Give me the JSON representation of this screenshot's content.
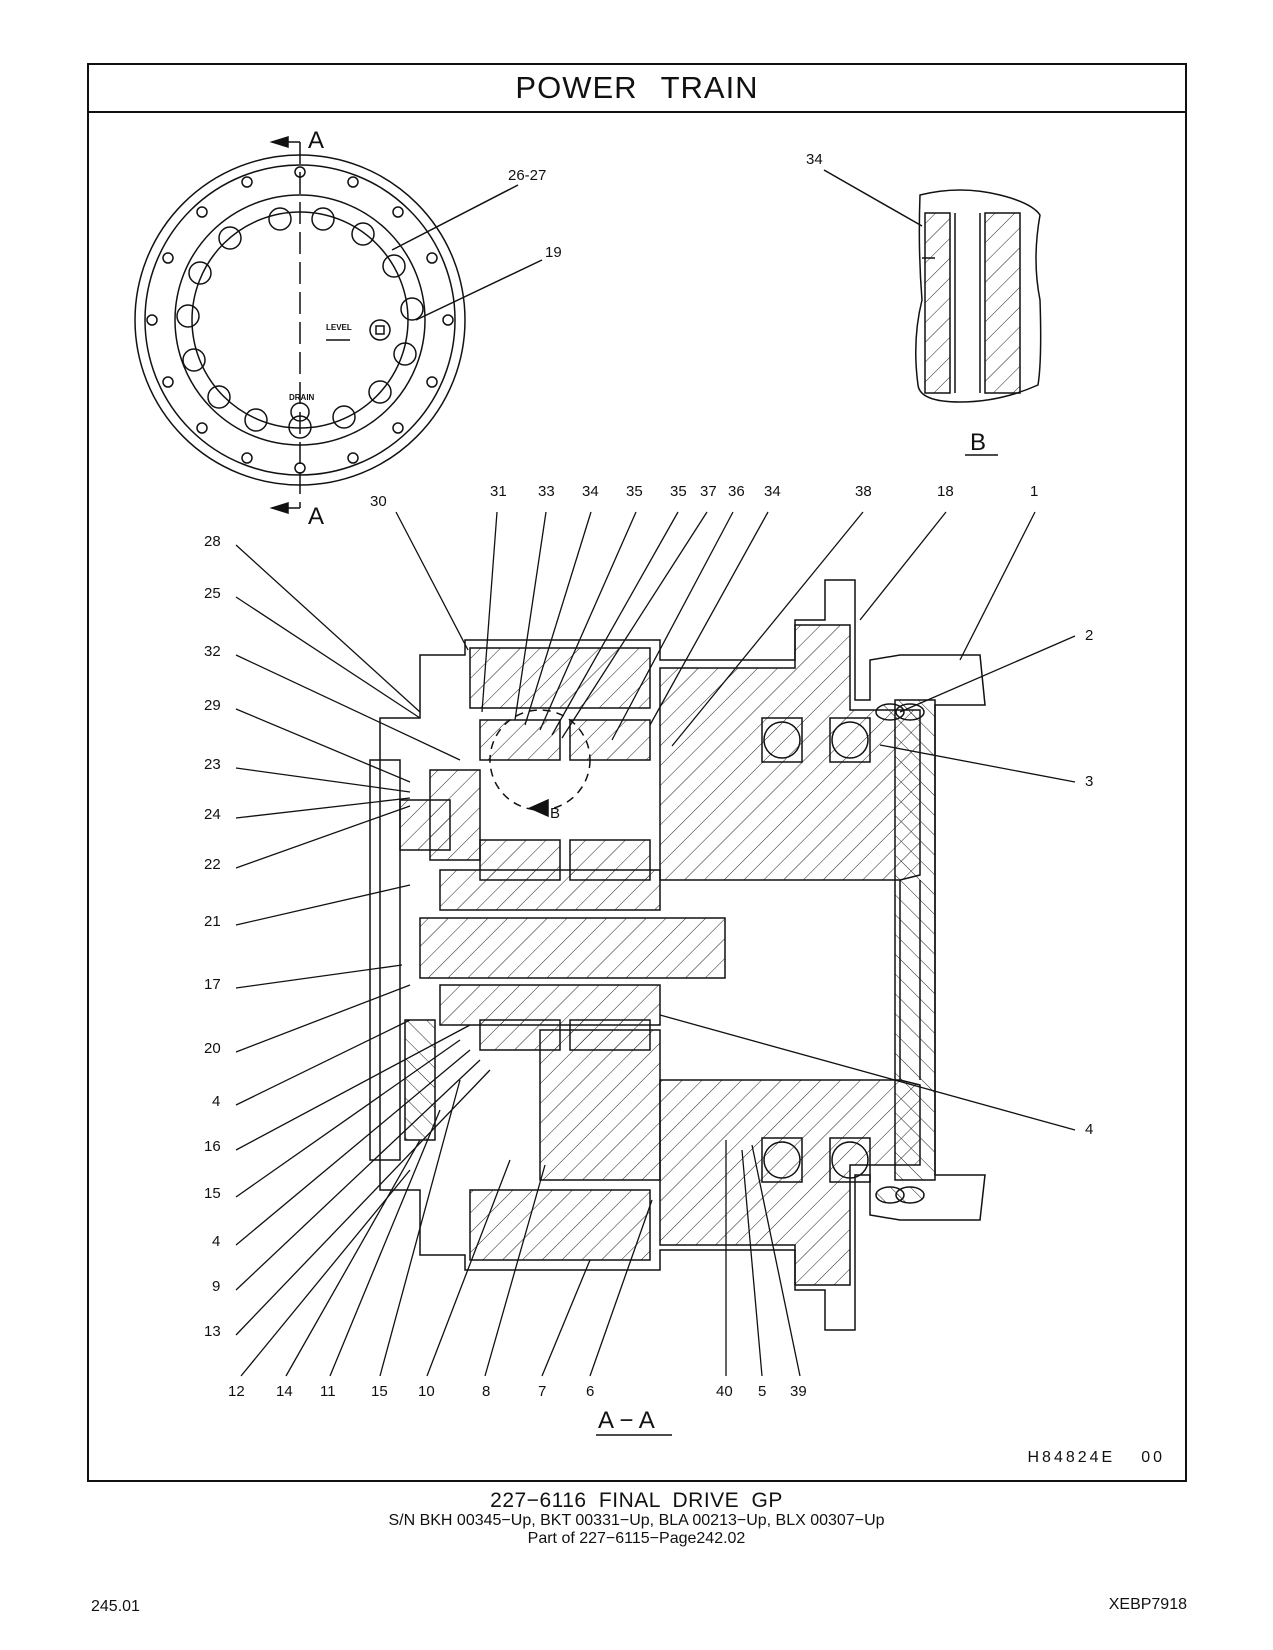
{
  "header": {
    "title": "POWER   TRAIN"
  },
  "view_a": {
    "section_label_top": "A",
    "section_label_bottom": "A",
    "level_label": "LEVEL",
    "drain_label": "DRAIN",
    "callouts": [
      "26-27",
      "19"
    ]
  },
  "view_b": {
    "callout": "34",
    "label": "B"
  },
  "section_aa": {
    "label": "A − A",
    "detail_marker": "B",
    "top_callouts": [
      "30",
      "31",
      "33",
      "34",
      "35",
      "35",
      "37",
      "36",
      "34",
      "38",
      "18",
      "1"
    ],
    "left_callouts": [
      "28",
      "25",
      "32",
      "29",
      "23",
      "24",
      "22",
      "21",
      "17",
      "20",
      "4",
      "16",
      "15",
      "4",
      "9",
      "13"
    ],
    "right_callouts": [
      "2",
      "3",
      "4"
    ],
    "bottom_callouts": [
      "12",
      "14",
      "11",
      "15",
      "10",
      "8",
      "7",
      "6",
      "40",
      "5",
      "39"
    ]
  },
  "drawing_code": {
    "id": "H84824E",
    "rev": "00"
  },
  "caption": {
    "line1": "227−6116   FINAL  DRIVE  GP",
    "line2": "S/N BKH 00345−Up, BKT 00331−Up, BLA 00213−Up, BLX 00307−Up",
    "line3": "Part of 227−6115−Page242.02"
  },
  "footer": {
    "page": "245.01",
    "doc_id": "XEBP7918"
  }
}
